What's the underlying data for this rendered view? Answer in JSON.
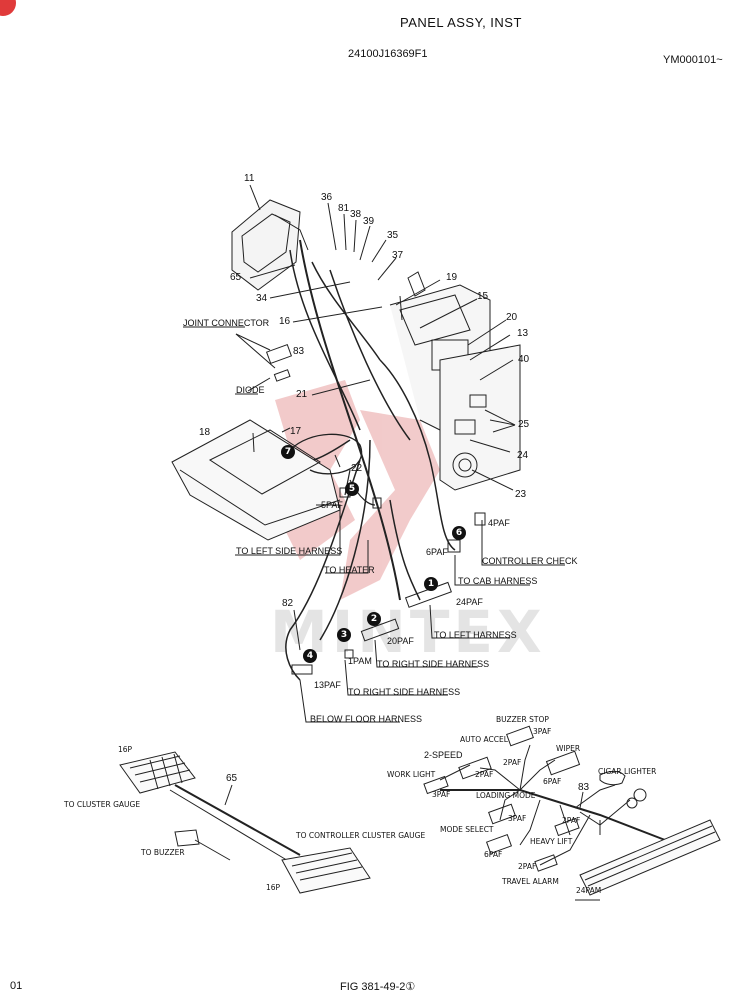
{
  "header": {
    "title": "PANEL ASSY, INST",
    "part_code": "24100J16369F1",
    "serial_range": "YM000101~"
  },
  "footer": {
    "page_left": "01",
    "figure_ref": "FIG 381-49-2①"
  },
  "watermark": "MINTEX",
  "callouts": {
    "n11": "11",
    "n36": "36",
    "n81": "81",
    "n38": "38",
    "n39": "39",
    "n35": "35",
    "n65": "65",
    "n37": "37",
    "n19": "19",
    "n34": "34",
    "n16": "16",
    "n15": "15",
    "n20": "20",
    "n13": "13",
    "n83": "83",
    "n40": "40",
    "n21": "21",
    "n25": "25",
    "n17": "17",
    "n18": "18",
    "n24": "24",
    "n22": "22",
    "n23": "23",
    "n82": "82",
    "n65b": "65",
    "n83b": "83"
  },
  "labels": {
    "joint_connector": "JOINT CONNECTOR",
    "diode": "DIODE",
    "to_left_side_harness": "TO LEFT SIDE HARNESS",
    "to_heater": "TO HEATER",
    "controller_check": "CONTROLLER CHECK",
    "to_cab_harness": "TO CAB HARNESS",
    "to_left_harness": "TO LEFT HARNESS",
    "to_right_side_harness_1": "TO RIGHT SIDE HARNESS",
    "to_right_side_harness_2": "TO RIGHT SIDE HARNESS",
    "below_floor_harness": "BELOW FLOOR HARNESS",
    "c5paf": "5PAF",
    "c6paf": "6PAF",
    "c4paf": "4PAF",
    "c24paf": "24PAF",
    "c20paf": "20PAF",
    "c1pam": "1PAM",
    "c13paf": "13PAF"
  },
  "markers": {
    "m1": "1",
    "m2": "2",
    "m3": "3",
    "m4": "4",
    "m5": "5",
    "m6": "6",
    "m7": "7"
  },
  "detail_left": {
    "p16_top": "16P",
    "to_cluster_gauge": "TO CLUSTER GAUGE",
    "to_buzzer": "TO BUZZER",
    "to_controller_cluster_gauge": "TO CONTROLLER  CLUSTER GAUGE",
    "p16_bottom": "16P"
  },
  "detail_right": {
    "buzzer_stop": "BUZZER STOP",
    "auto_accel": "AUTO ACCEL",
    "c3paf_a": "3PAF",
    "c2paf_a": "2PAF",
    "two_speed": "2-SPEED",
    "wiper": "WIPER",
    "work_light": "WORK LIGHT",
    "c2paf_b": "2PAF",
    "c6paf_a": "6PAF",
    "cigar_lighter": "CIGAR LIGHTER",
    "c3paf_b": "3PAF",
    "loading_mode": "LOADING MODE",
    "c3paf_c": "3PAF",
    "c2paf_c": "2PAF",
    "mode_select": "MODE SELECT",
    "heavy_lift": "HEAVY LIFT",
    "c6paf_b": "6PAF",
    "c2paf_d": "2PAF",
    "travel_alarm": "TRAVEL ALARM",
    "c24pam": "24PAM"
  }
}
